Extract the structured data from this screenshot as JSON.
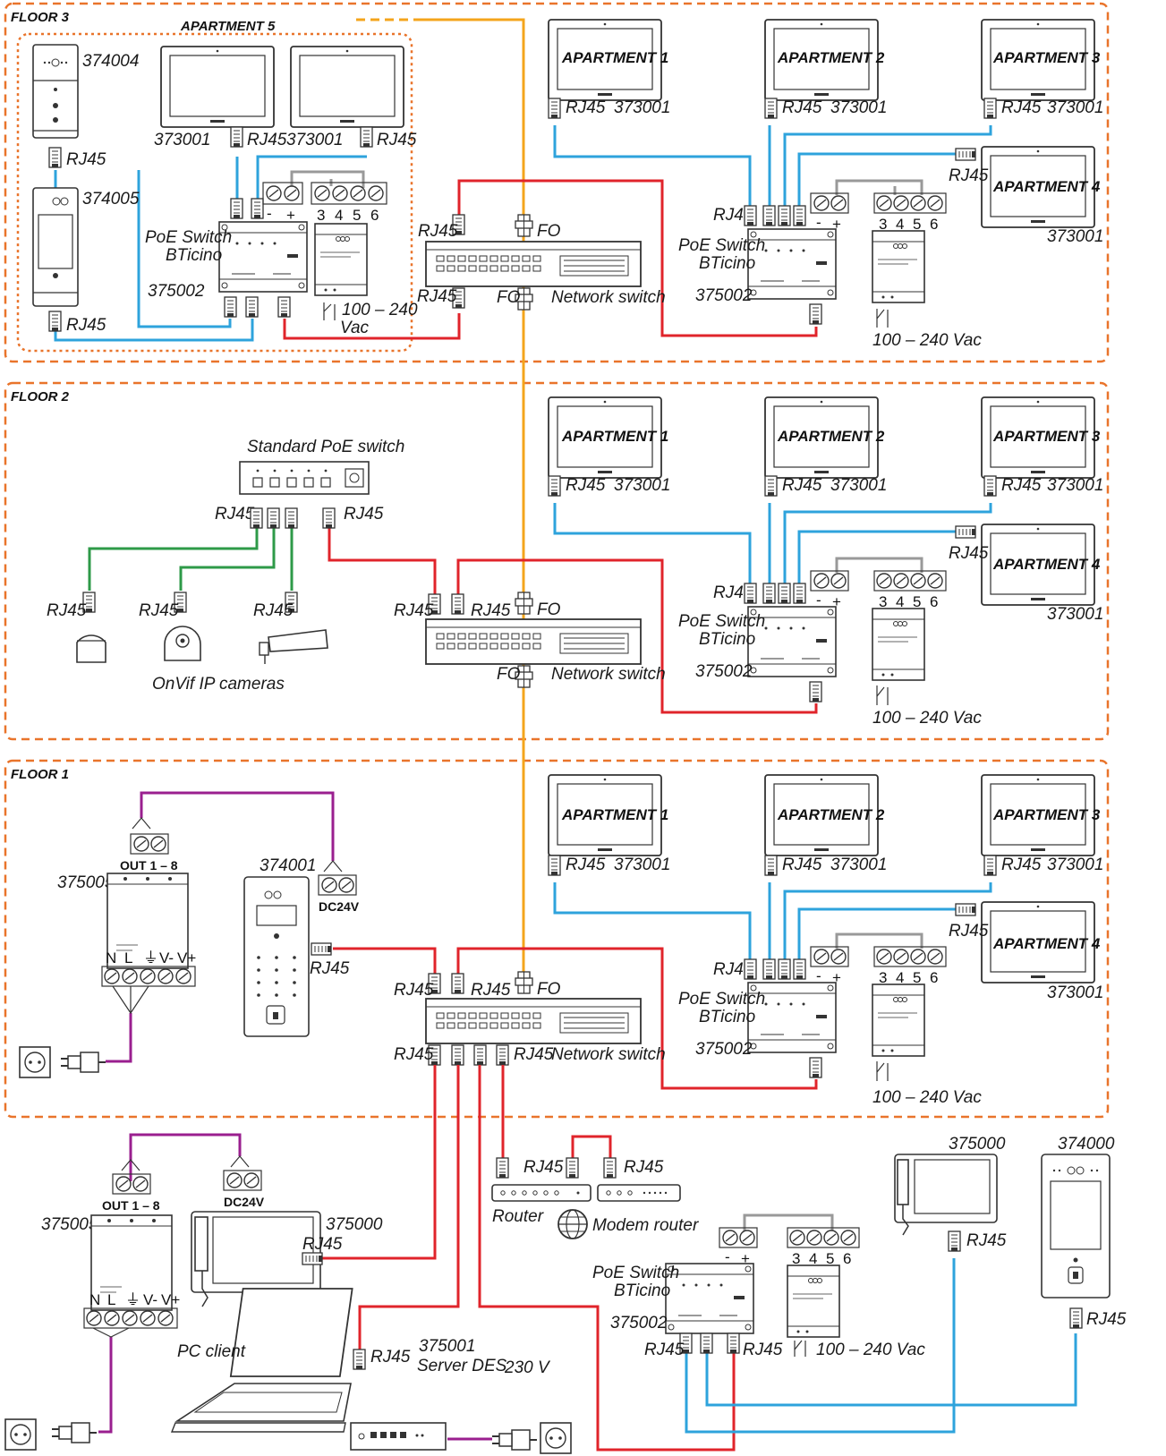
{
  "floors": {
    "floor3": "FLOOR 3",
    "floor2": "FLOOR 2",
    "floor1": "FLOOR 1"
  },
  "apartment5": "APARTMENT 5",
  "apartments": {
    "a1": "APARTMENT 1",
    "a2": "APARTMENT 2",
    "a3": "APARTMENT 3",
    "a4": "APARTMENT 4"
  },
  "codes": {
    "monitor": "373001",
    "poe_switch": "375002",
    "panel_374004": "374004",
    "panel_374005": "374005",
    "panel_374001": "374001",
    "panel_374000": "374000",
    "power_375005": "375005",
    "monitor_375000": "375000",
    "server": "375001"
  },
  "labels": {
    "rj45": "RJ45",
    "fo": "FO",
    "network_switch": "Network switch",
    "poe_switch_line1": "PoE Switch",
    "poe_switch_line2": "BTicino",
    "vac_line1": "100 – 240",
    "vac_line2": "Vac",
    "vac": "100 – 240 Vac",
    "standard_poe_switch": "Standard PoE switch",
    "onvif": "OnVif IP cameras",
    "out": "OUT 1 – 8",
    "dc24v": "DC24V",
    "router": "Router",
    "modem_router": "Modem router",
    "pc_client": "PC client",
    "server_des": "Server DES",
    "v230": "230 V",
    "minus": "-",
    "plus": "+",
    "t3": "3",
    "t4": "4",
    "t5": "5",
    "t6": "6",
    "N": "N",
    "L": "L",
    "gnd": "⏚",
    "vminus": "V-",
    "vplus": "V+"
  },
  "colors": {
    "ethernet_monitor": "#2ea3dc",
    "ethernet_uplink": "#e0242b",
    "ethernet_camera": "#2e9a48",
    "power": "#9a1f8f",
    "supply": "#999999",
    "fiber": "#f4a51c",
    "floor_border": "#e9742b"
  }
}
